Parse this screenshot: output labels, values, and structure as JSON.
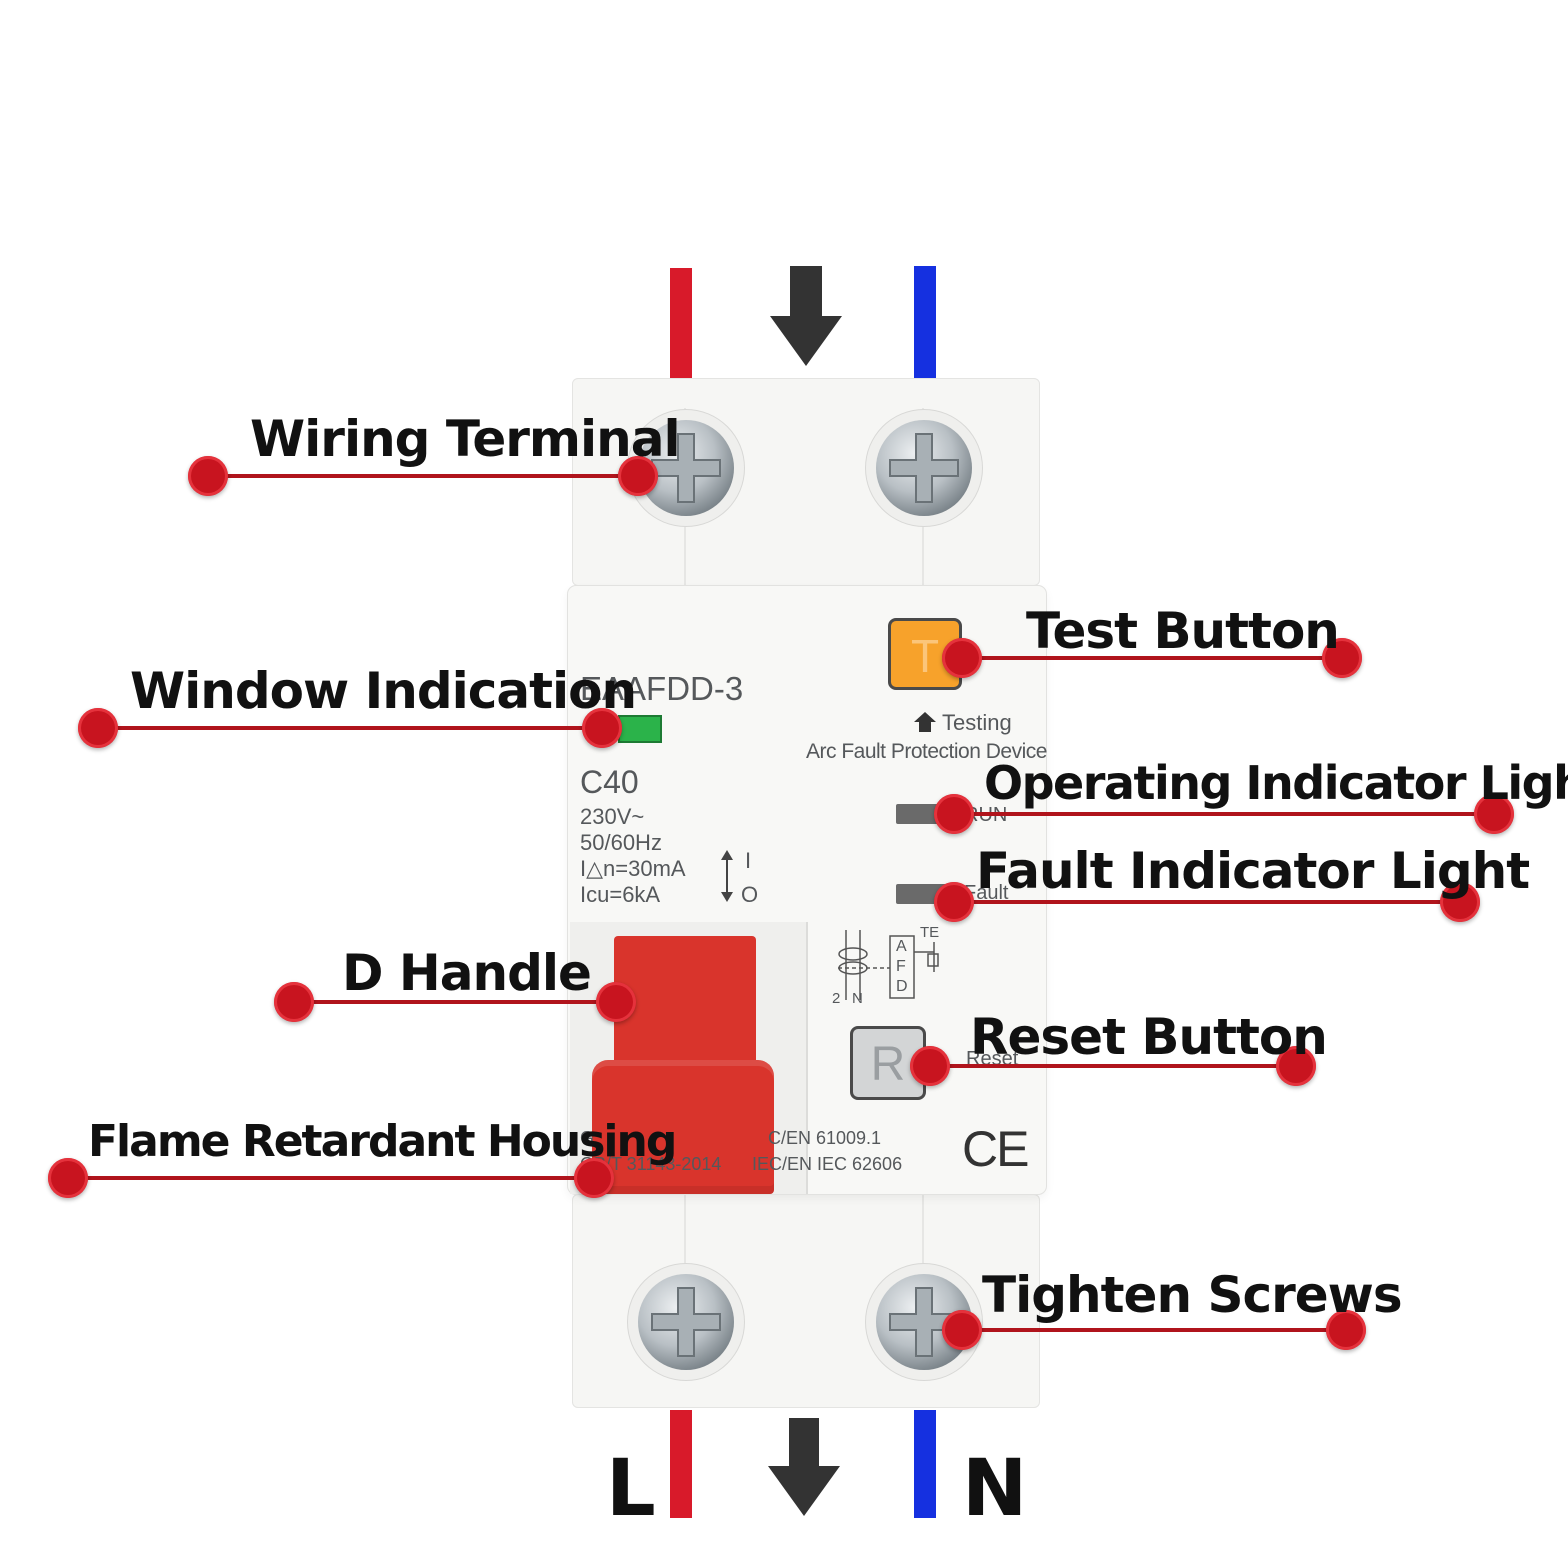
{
  "device": {
    "model": "EAAFDD-3",
    "rating": "C40",
    "voltage": "230V~",
    "frequency": "50/60Hz",
    "residual_current": "I△n=30mA",
    "breaking_capacity": "Icu=6kA",
    "on_symbol": "I",
    "off_symbol": "O",
    "testing_label": "Testing",
    "device_name": "Arc Fault Protection Device",
    "run_label": "RUN",
    "fault_label": "Fault",
    "test_button_letter": "T",
    "reset_button_letter": "R",
    "reset_label": "Reset",
    "schematic_te": "TE",
    "schematic_letters": [
      "A",
      "F",
      "D"
    ],
    "schematic_2": "2",
    "schematic_n": "N",
    "standard_1a": "G",
    "standard_1b": "C/EN 61009.1",
    "standard_2a": "GB/T 31143-2014",
    "standard_2b": "IEC/EN IEC 62606",
    "ce_mark": "CE",
    "colors": {
      "handle": "#d9342c",
      "test_button": "#f7a22b",
      "window": "#2bb34a",
      "line_wire": "#d81a2a",
      "neutral_wire": "#1530e0"
    }
  },
  "callouts": {
    "wiring_terminal": "Wiring Terminal",
    "test_button": "Test Button",
    "window_indication": "Window Indication",
    "operating_indicator_light": "Operating Indicator Light",
    "fault_indicator_light": "Fault Indicator Light",
    "d_handle": "D Handle",
    "reset_button": "Reset Button",
    "flame_retardant_housing": "Flame Retardant Housing",
    "tighten_screws": "Tighten Screws"
  },
  "wires": {
    "line_label": "L",
    "neutral_label": "N",
    "flow_icon": "down-arrow-icon"
  }
}
